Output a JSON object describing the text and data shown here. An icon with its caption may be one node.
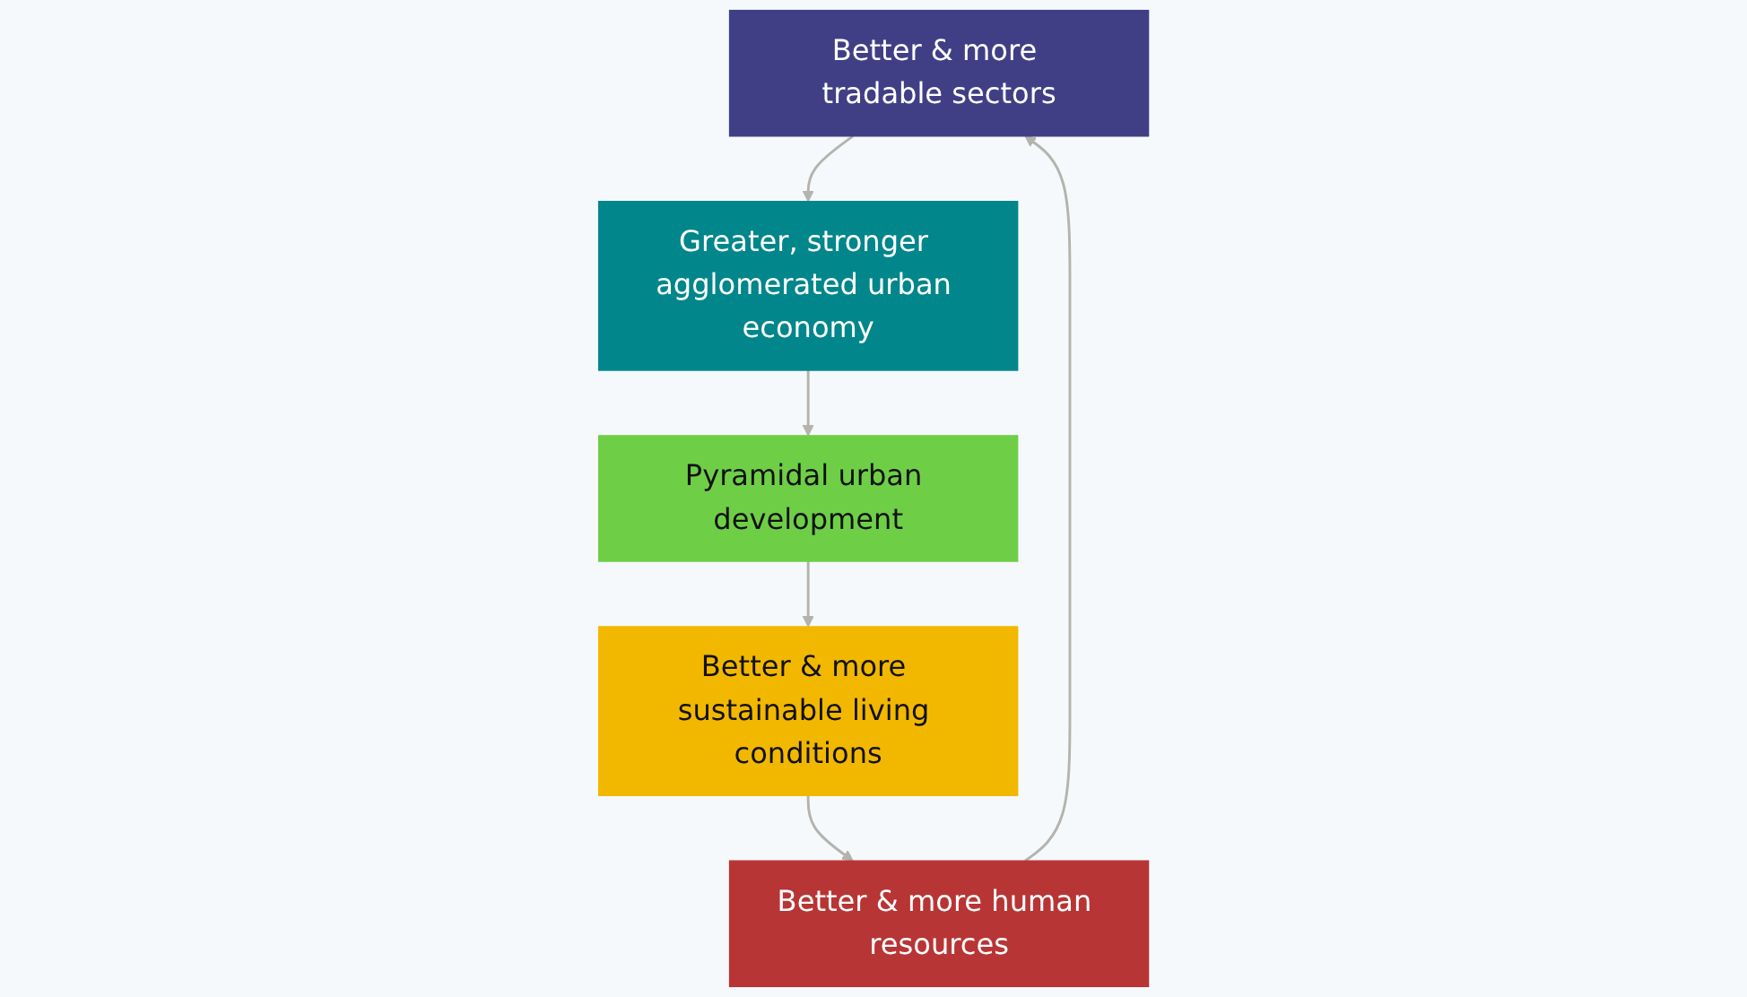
{
  "diagram": {
    "nodes": [
      {
        "text": [
          "Better & more tradable sectors"
        ]
      },
      {
        "text": [
          "Greater, stronger agglomerated urban economy"
        ]
      },
      {
        "text": [
          "Pyramidal urban development"
        ]
      },
      {
        "text": [
          "Better & more sustainable living conditions"
        ]
      },
      {
        "text": [
          "Better & more human resources"
        ]
      }
    ],
    "edges": [
      {
        "from": 0,
        "to": 1,
        "arrow": "to"
      },
      {
        "from": 1,
        "to": 2,
        "arrow": "to"
      },
      {
        "from": 2,
        "to": 3,
        "arrow": "to"
      },
      {
        "from": 3,
        "to": 4,
        "arrow": "to"
      },
      {
        "from": 4,
        "to": 0,
        "arrow": "to"
      }
    ]
  }
}
